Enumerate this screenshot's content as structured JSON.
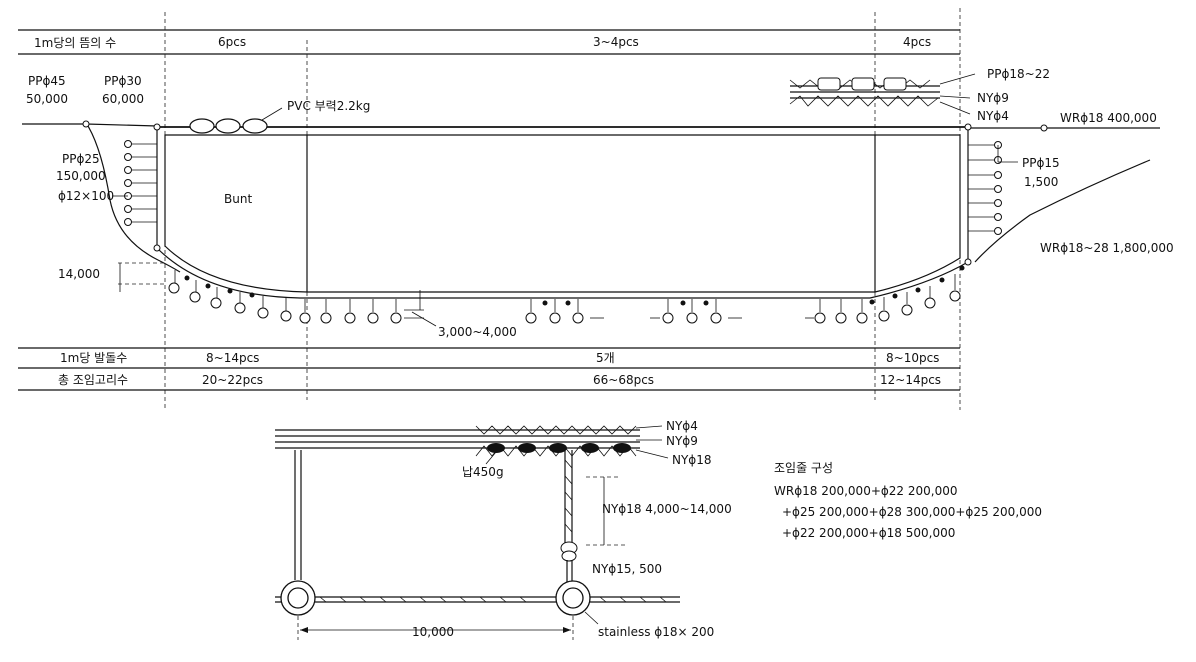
{
  "top_table": {
    "row_label": "1m당의 뜸의 수",
    "cells": [
      "6pcs",
      "3~4pcs",
      "4pcs"
    ]
  },
  "bottom_table": {
    "rows": [
      {
        "label": "1m당 발돌수",
        "cells": [
          "8~14pcs",
          "5개",
          "8~10pcs"
        ]
      },
      {
        "label": "총 조임고리수",
        "cells": [
          "20~22pcs",
          "66~68pcs",
          "12~14pcs"
        ]
      }
    ]
  },
  "net_labels": {
    "pp45": "PPϕ45",
    "pp45_len": "50,000",
    "pp30": "PPϕ30",
    "pp30_len": "60,000",
    "pvc": "PVC 부력2.2kg",
    "pp25": "PPϕ25",
    "pp25_len": "150,000",
    "phi12": "ϕ12×100",
    "bunt": "Bunt",
    "dim14000": "14,000",
    "dim3000": "3,000~4,000",
    "pp18_22": "PPϕ18~22",
    "ny9": "NYϕ9",
    "ny4": "NYϕ4",
    "wr18": "WRϕ18 400,000",
    "pp15": "PPϕ15",
    "pp15_len": "1,500",
    "wr18_28": "WRϕ18~28 1,800,000"
  },
  "detail_labels": {
    "ny4": "NYϕ4",
    "ny9": "NYϕ9",
    "ny18": "NYϕ18",
    "lead": "납450g",
    "ny18_len": "NYϕ18 4,000~14,000",
    "ny15": "NYϕ15, 500",
    "dim10000": "10,000",
    "ring": "stainless ϕ18× 200"
  },
  "purse_line": {
    "title": "조임줄 구성",
    "lines": [
      "WRϕ18 200,000+ϕ22 200,000",
      "+ϕ25 200,000+ϕ28 300,000+ϕ25 200,000",
      "+ϕ22 200,000+ϕ18 500,000"
    ]
  }
}
